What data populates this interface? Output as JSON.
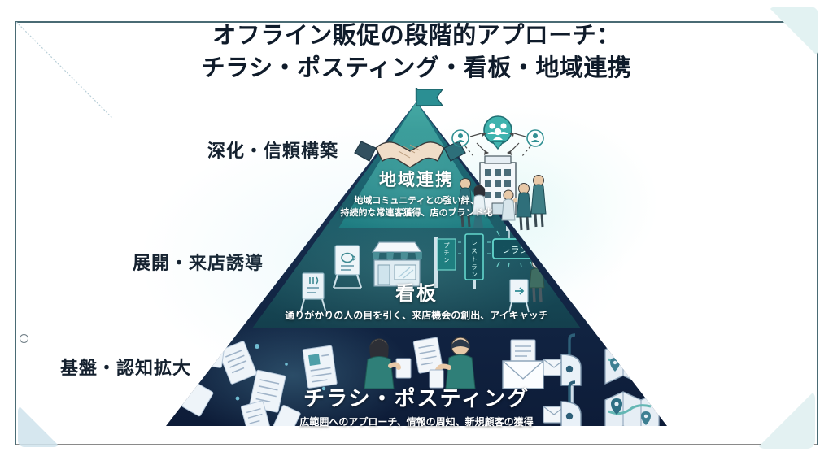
{
  "title": {
    "line1": "オフライン販促の段階的アプローチ：",
    "line2": "チラシ・ポスティング・看板・地域連携"
  },
  "stage_labels": [
    {
      "text": "深化・信頼構築"
    },
    {
      "text": "展開・来店誘導"
    },
    {
      "text": "基盤・認知拡大"
    }
  ],
  "pyramid": {
    "tiers": [
      {
        "id": "community",
        "title": "地域連携",
        "subtitle_line1": "地域コミュニティとの強い絆、",
        "subtitle_line2": "持続的な常連客獲得、店のブランド化",
        "color_top": "#3f9e9b",
        "color_bottom": "#1f7f83",
        "icons": [
          "flag-icon",
          "handshake-icon",
          "community-network-icon",
          "office-building-icon"
        ]
      },
      {
        "id": "signboard",
        "title": "看板",
        "subtitle_line1": "通りがかりの人の目を引く、来店機会の創出、アイキャッチ",
        "subtitle_line2": "",
        "color_top": "#1e6d77",
        "color_bottom": "#15424f",
        "icons": [
          "a-frame-sign-icon",
          "storefront-icon",
          "banner-flag-icon",
          "vertical-sign-icon",
          "hanging-sign-icon",
          "arrow-right-icon",
          "door-icon",
          "pedestrian-icon"
        ]
      },
      {
        "id": "flyer",
        "title": "チラシ・ポスティング",
        "subtitle_line1": "広範囲へのアプローチ、情報の周知、新規顧客の獲得",
        "subtitle_line2": "",
        "color_top": "#18304f",
        "color_bottom": "#0e1e3c",
        "icons": [
          "flying-flyers-icon",
          "person-handing-flyer-icon",
          "person-receiving-flyer-icon",
          "envelope-icon",
          "mailbox-icon",
          "map-pin-icon"
        ]
      }
    ]
  },
  "colors": {
    "frame": "#4a6b74",
    "frame_bottom": "#8a8a8a",
    "accent_mint": "#e2f2f2",
    "accent_blue": "#cfe3ec",
    "title_text": "#0f1b2a"
  }
}
